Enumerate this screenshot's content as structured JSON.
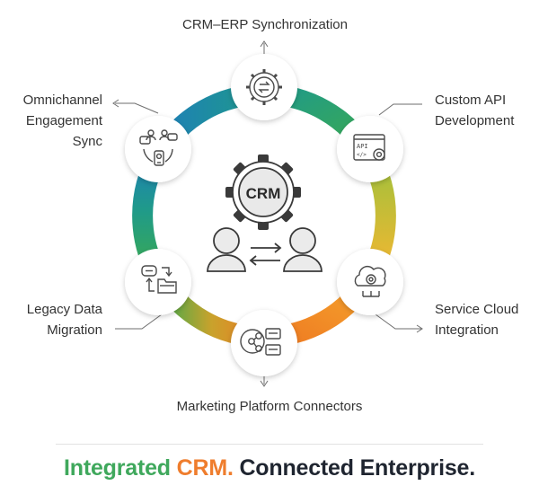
{
  "diagram": {
    "center_badge": "CRM",
    "nodes": [
      {
        "id": "top",
        "lines": [
          "CRM–ERP Synchronization"
        ],
        "icon": "gear-sync-icon"
      },
      {
        "id": "top-right",
        "lines": [
          "Custom API",
          "Development"
        ],
        "icon": "api-code-icon"
      },
      {
        "id": "bottom-right",
        "lines": [
          "Service Cloud",
          "Integration"
        ],
        "icon": "cloud-gear-icon"
      },
      {
        "id": "bottom",
        "lines": [
          "Marketing Platform Connectors"
        ],
        "icon": "share-network-icon"
      },
      {
        "id": "bottom-left",
        "lines": [
          "Legacy Data",
          "Migration"
        ],
        "icon": "folder-transfer-icon"
      },
      {
        "id": "top-left",
        "lines": [
          "Omnichannel",
          "Engagement",
          "Sync"
        ],
        "icon": "omnichannel-chat-icon"
      }
    ]
  },
  "tagline": {
    "part1": "Integrated ",
    "part2": "CRM.",
    "part3": " Connected Enterprise."
  },
  "colors": {
    "blue": "#1e7fb8",
    "teal": "#1f9a8a",
    "green": "#3cab4e",
    "yellow": "#f6b631",
    "orange": "#ee7a22",
    "icon_stroke": "#4a4a4a"
  }
}
